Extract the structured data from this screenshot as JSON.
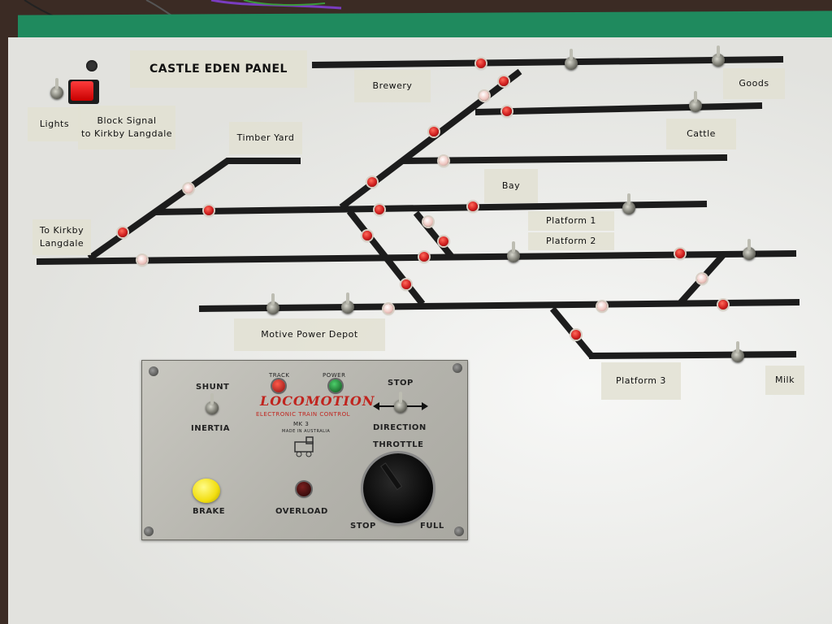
{
  "title": "CASTLE EDEN PANEL",
  "labels": {
    "lights": "Lights",
    "block_signal": "Block Signal\nto Kirkby Langdale",
    "brewery": "Brewery",
    "goods": "Goods",
    "cattle": "Cattle",
    "timber_yard": "Timber Yard",
    "bay": "Bay",
    "platform_1": "Platform 1",
    "platform_2": "Platform 2",
    "to_kirkby": "To Kirkby\nLangdale",
    "motive_power_depot": "Motive Power Depot",
    "platform_3": "Platform 3",
    "milk": "Milk"
  },
  "controller": {
    "brand": "LOCOMOTION",
    "subtitle": "ELECTRONIC TRAIN CONTROL",
    "model": "MK 3",
    "made_in": "MADE IN AUSTRALIA",
    "shunt": "SHUNT",
    "inertia": "INERTIA",
    "track": "TRACK",
    "power": "POWER",
    "stop_top": "STOP",
    "direction": "DIRECTION",
    "throttle": "THROTTLE",
    "brake": "BRAKE",
    "overload": "OVERLOAD",
    "stop_bottom": "STOP",
    "full": "FULL"
  },
  "colors": {
    "board": "#ecedea",
    "track": "#1c1c1c",
    "button_red": "#cf1e1e",
    "panel_text_red": "#c0241e",
    "green_strip": "#1f8a5e"
  }
}
